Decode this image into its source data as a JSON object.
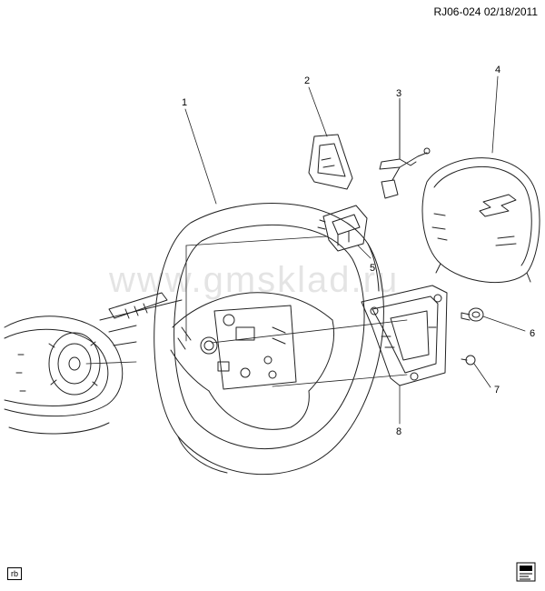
{
  "header": {
    "ref_code": "RJ06-024",
    "date": "02/18/2011"
  },
  "watermark": "www.gmsklad.ru",
  "callouts": [
    "1",
    "2",
    "3",
    "4",
    "5",
    "6",
    "7",
    "8"
  ],
  "footer": {
    "artist_code": "rb"
  },
  "icons": {
    "corner_flag": "publication-flag-icon"
  }
}
